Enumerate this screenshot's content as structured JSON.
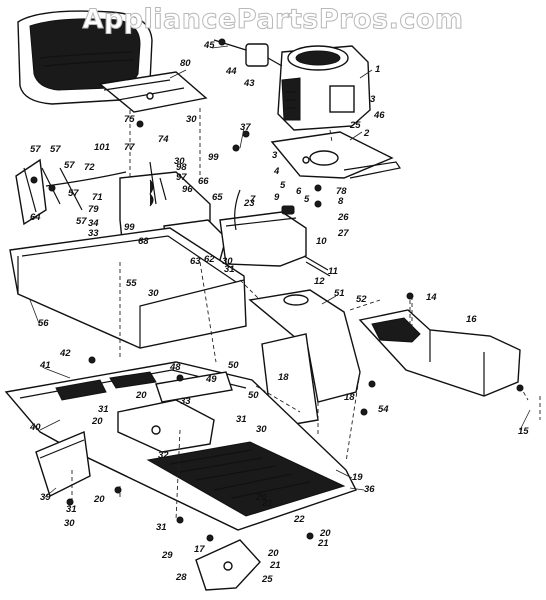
{
  "watermark": "AppliancePartsPros.com",
  "callouts": {
    "c1": "1",
    "c2": "2",
    "c3": "3",
    "c3b": "3",
    "c4": "4",
    "c5": "5",
    "c5b": "5",
    "c6": "6",
    "c7": "7",
    "c8": "8",
    "c9": "9",
    "c10": "10",
    "c11": "11",
    "c12": "12",
    "c14": "14",
    "c15": "15",
    "c16": "16",
    "c17": "17",
    "c18": "18",
    "c18b": "18",
    "c19": "19",
    "c20a": "20",
    "c20b": "20",
    "c20c": "20",
    "c20d": "20",
    "c20e": "20",
    "c20f": "20",
    "c21a": "21",
    "c21b": "21",
    "c21c": "21",
    "c22": "22",
    "c23": "23",
    "c25a": "25",
    "c25b": "25",
    "c26": "26",
    "c27": "27",
    "c28": "28",
    "c29": "29",
    "c30a": "30",
    "c30b": "30",
    "c30c": "30",
    "c30d": "30",
    "c30e": "30",
    "c30f": "30",
    "c31a": "31",
    "c31b": "31",
    "c31c": "31",
    "c31d": "31",
    "c31e": "31",
    "c32": "32",
    "c33a": "33",
    "c33b": "33",
    "c34": "34",
    "c36": "36",
    "c37": "37",
    "c39": "39",
    "c40": "40",
    "c41": "41",
    "c42": "42",
    "c43": "43",
    "c44": "44",
    "c45": "45",
    "c46": "46",
    "c48": "48",
    "c49": "49",
    "c50a": "50",
    "c50b": "50",
    "c51": "51",
    "c52": "52",
    "c54": "54",
    "c55": "55",
    "c56": "56",
    "c57a": "57",
    "c57b": "57",
    "c57c": "57",
    "c57d": "57",
    "c57e": "57",
    "c62": "62",
    "c63": "63",
    "c64": "64",
    "c65": "65",
    "c66": "66",
    "c68": "68",
    "c71": "71",
    "c72": "72",
    "c74": "74",
    "c75": "75",
    "c77": "77",
    "c78": "78",
    "c79": "79",
    "c80": "80",
    "c96": "96",
    "c97": "97",
    "c98": "98",
    "c99a": "99",
    "c99b": "99",
    "c101": "101"
  },
  "colors": {
    "ink": "#111111",
    "paper": "#ffffff",
    "watermark": "#b9b9b9"
  }
}
